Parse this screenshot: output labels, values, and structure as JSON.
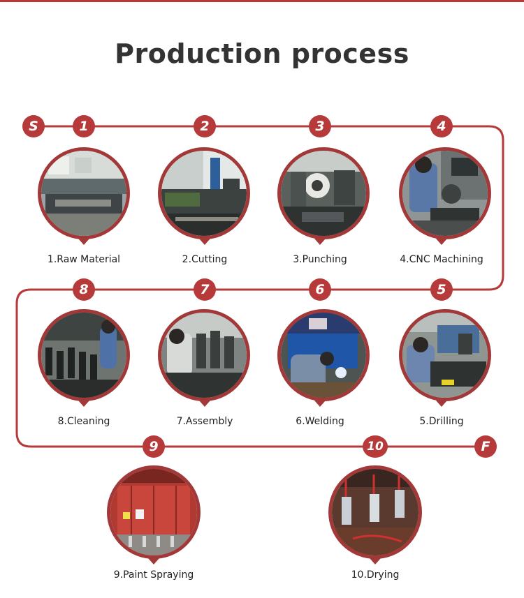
{
  "page": {
    "title": "Production process"
  },
  "colors": {
    "accent": "#b73a3a",
    "ring": "#a33838",
    "text": "#222222",
    "title": "#333333"
  },
  "markers": {
    "start": "S",
    "finish": "F"
  },
  "steps": [
    {
      "number": "1",
      "label": "1.Raw Material"
    },
    {
      "number": "2",
      "label": "2.Cutting"
    },
    {
      "number": "3",
      "label": "3.Punching"
    },
    {
      "number": "4",
      "label": "4.CNC Machining"
    },
    {
      "number": "5",
      "label": "5.Drilling"
    },
    {
      "number": "6",
      "label": "6.Welding"
    },
    {
      "number": "7",
      "label": "7.Assembly"
    },
    {
      "number": "8",
      "label": "8.Cleaning"
    },
    {
      "number": "9",
      "label": "9.Paint Spraying"
    },
    {
      "number": "10",
      "label": "10.Drying"
    }
  ]
}
